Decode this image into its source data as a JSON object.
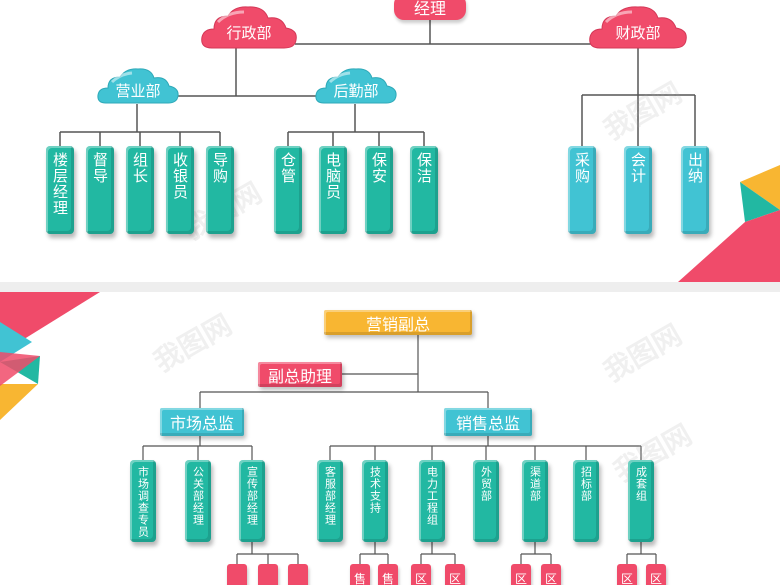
{
  "slide1": {
    "top_node": "经理",
    "clouds": {
      "admin": "行政部",
      "finance": "财政部",
      "sales": "营业部",
      "logistics": "后勤部"
    },
    "sales_staff": [
      "楼层经理",
      "督导",
      "组长",
      "收银员",
      "导购"
    ],
    "logistics_staff": [
      "仓管",
      "电脑员",
      "保安",
      "保洁"
    ],
    "finance_staff": [
      "采购",
      "会计",
      "出纳"
    ]
  },
  "slide2": {
    "vp": "营销副总",
    "assistant": "副总助理",
    "market_director": "市场总监",
    "sales_director": "销售总监",
    "market_roles": [
      "市场调查专员",
      "公关部经理",
      "宣传部经理"
    ],
    "sales_roles": [
      "客服部经理",
      "技术支持",
      "电力工程组",
      "外贸部",
      "渠道部",
      "招标部",
      "成套组"
    ],
    "bottom_labels": [
      "售",
      "售",
      "区",
      "区",
      "区",
      "区",
      "区",
      "区"
    ]
  },
  "watermark": "我图网",
  "colors": {
    "pink": "#f04b6a",
    "teal": "#22b8a2",
    "cyan": "#41c3d3",
    "yellow": "#f8b632"
  }
}
